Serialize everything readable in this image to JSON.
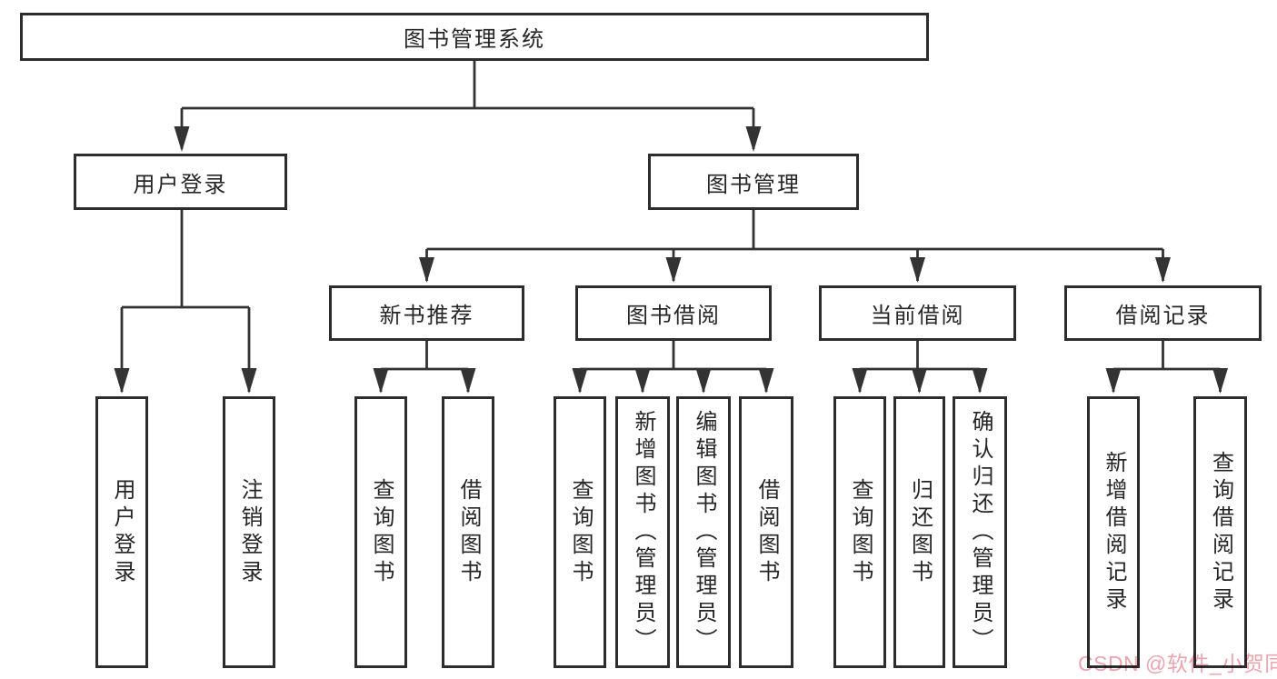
{
  "diagram": {
    "type": "tree",
    "root": {
      "label": "图书管理系统",
      "children": [
        {
          "label": "用户登录",
          "children": [
            "用户登录",
            "注销登录"
          ]
        },
        {
          "label": "图书管理",
          "children": [
            {
              "label": "新书推荐",
              "children": [
                "查询图书",
                "借阅图书"
              ]
            },
            {
              "label": "图书借阅",
              "children": [
                "查询图书",
                "新增图书（管理员）",
                "编辑图书（管理员）",
                "借阅图书"
              ]
            },
            {
              "label": "当前借阅",
              "children": [
                "查询图书",
                "归还图书",
                "确认归还（管理员）"
              ]
            },
            {
              "label": "借阅记录",
              "children": [
                "新增借阅记录",
                "查询借阅记录"
              ]
            }
          ]
        }
      ]
    }
  },
  "watermark": {
    "text": "CSDN @软件_小贺同学",
    "color": "#efa3ad"
  },
  "colors": {
    "background": "#ffffff",
    "box_fill": "#ffffff",
    "box_border": "#2d2d2d",
    "connector_line": "#333333",
    "text": "#262626"
  }
}
